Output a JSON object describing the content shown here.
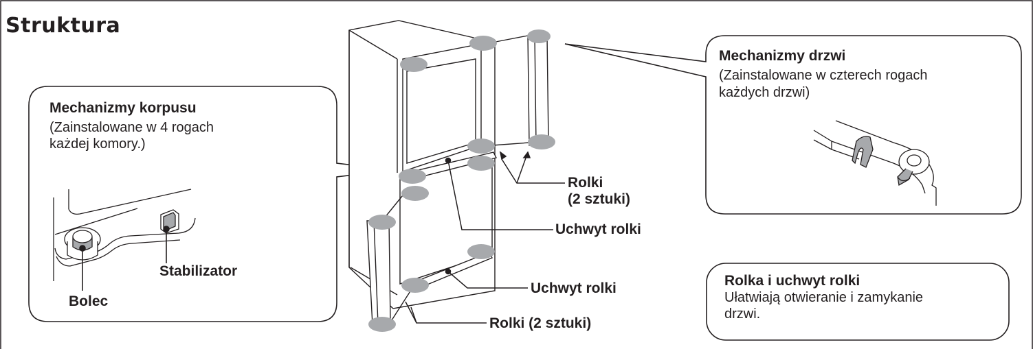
{
  "title": "Struktura",
  "body_mechanisms": {
    "heading": "Mechanizmy korpusu",
    "desc_line1": "(Zainstalowane w 4 rogach",
    "desc_line2": "każdej komory.)"
  },
  "door_mechanisms": {
    "heading": "Mechanizmy drzwi",
    "desc_line1": "(Zainstalowane w czterech rogach",
    "desc_line2": "każdych drzwi)"
  },
  "roller_info": {
    "heading": "Rolka i uchwyt rolki",
    "desc_line1": "Ułatwiają otwieranie i zamykanie",
    "desc_line2": "drzwi."
  },
  "labels": {
    "bolt": "Bolec",
    "stabilizer": "Stabilizator",
    "rollers_upper_line1": "Rolki",
    "rollers_upper_line2": "(2 sztuki)",
    "roller_holder_upper": "Uchwyt rolki",
    "roller_holder_lower": "Uchwyt rolki",
    "rollers_lower": "Rolki (2 sztuki)"
  },
  "colors": {
    "line": "#231f20",
    "highlight": "#a7a9ac",
    "background": "#ffffff"
  }
}
